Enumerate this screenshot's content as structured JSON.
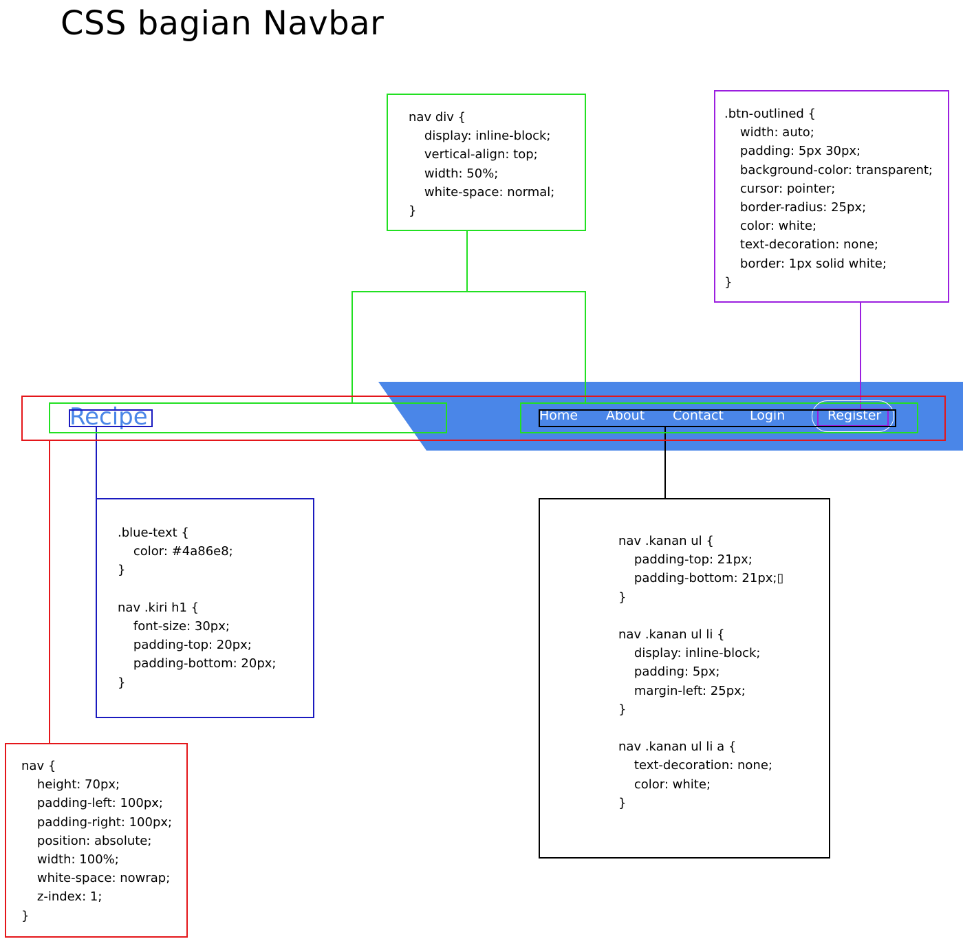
{
  "title": "CSS bagian Navbar",
  "colors": {
    "nav_bg": "#4a86e8",
    "logo": "#4a86e8",
    "green": "#22e022",
    "purple": "#9b1fdf",
    "blue": "#1a1abf",
    "red": "#e4161a",
    "black": "#000000"
  },
  "navbar": {
    "logo": "Recipe",
    "links": [
      "Home",
      "About",
      "Contact",
      "Login"
    ],
    "button": "Register"
  },
  "boxes": {
    "nav_div": "nav div {\n    display: inline-block;\n    vertical-align: top;\n    width: 50%;\n    white-space: normal;\n}",
    "btn_outlined": ".btn-outlined {\n    width: auto;\n    padding: 5px 30px;\n    background-color: transparent;\n    cursor: pointer;\n    border-radius: 25px;\n    color: white;\n    text-decoration: none;\n    border: 1px solid white;\n}",
    "blue_text": ".blue-text {\n    color: #4a86e8;\n}\n\nnav .kiri h1 {\n    font-size: 30px;\n    padding-top: 20px;\n    padding-bottom: 20px;\n}",
    "kanan": "nav .kanan ul {\n    padding-top: 21px;\n    padding-bottom: 21px;▯\n}\n\nnav .kanan ul li {\n    display: inline-block;\n    padding: 5px;\n    margin-left: 25px;\n}\n\nnav .kanan ul li a {\n    text-decoration: none;\n    color: white;\n}",
    "nav": "nav {\n    height: 70px;\n    padding-left: 100px;\n    padding-right: 100px;\n    position: absolute;\n    width: 100%;\n    white-space: nowrap;\n    z-index: 1;\n}"
  }
}
